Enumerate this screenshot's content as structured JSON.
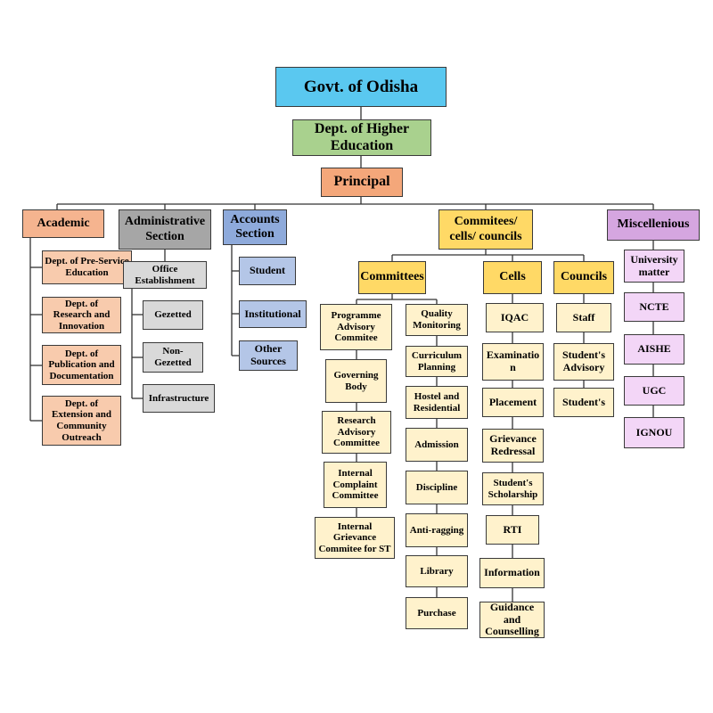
{
  "colors": {
    "top": "#5ac8f0",
    "dept": "#a9d18e",
    "principal": "#f4a77a",
    "academic": "#f5b48f",
    "administrative": "#a6a6a6",
    "accounts": "#8eaadb",
    "committees": "#ffd966",
    "miscellaneous": "#d5a6e0",
    "connector": "#333333"
  },
  "org": {
    "govt": "Govt. of Odisha",
    "dept": "Dept. of Higher Education",
    "principal": "Principal",
    "academic": {
      "title": "Academic",
      "items": [
        "Dept. of Pre-Service Education",
        "Dept. of Research and Innovation",
        "Dept. of Publication and Documentation",
        "Dept. of Extension and Community Outreach"
      ]
    },
    "administrative": {
      "title": "Administrative Section",
      "office": "Office Establishment",
      "items": [
        "Gezetted",
        "Non-Gezetted",
        "Infrastructure"
      ]
    },
    "accounts": {
      "title": "Accounts Section",
      "items": [
        "Student",
        "Institutional",
        "Other Sources"
      ]
    },
    "ccc": {
      "title": "Commitees/ cells/ councils",
      "committees": {
        "title": "Committees",
        "col1": [
          "Programme Advisory Commitee",
          "Governing Body",
          "Research Advisory Committee",
          "Internal Complaint Committee",
          "Internal Grievance Commitee for ST"
        ],
        "col2": [
          "Quality Monitoring",
          "Curriculum Planning",
          "Hostel and Residential",
          "Admission",
          "Discipline",
          "Anti-ragging",
          "Library",
          "Purchase"
        ]
      },
      "cells": {
        "title": "Cells",
        "items": [
          "IQAC",
          "Examinatio n",
          "Placement",
          "Grievance Redressal",
          "Student's Scholarship",
          "RTI",
          "Information",
          "Guidance and Counselling"
        ]
      },
      "councils": {
        "title": "Councils",
        "items": [
          "Staff",
          "Student's Advisory",
          "Student's"
        ]
      }
    },
    "misc": {
      "title": "Miscellenious",
      "items": [
        "University matter",
        "NCTE",
        "AISHE",
        "UGC",
        "IGNOU"
      ]
    }
  }
}
